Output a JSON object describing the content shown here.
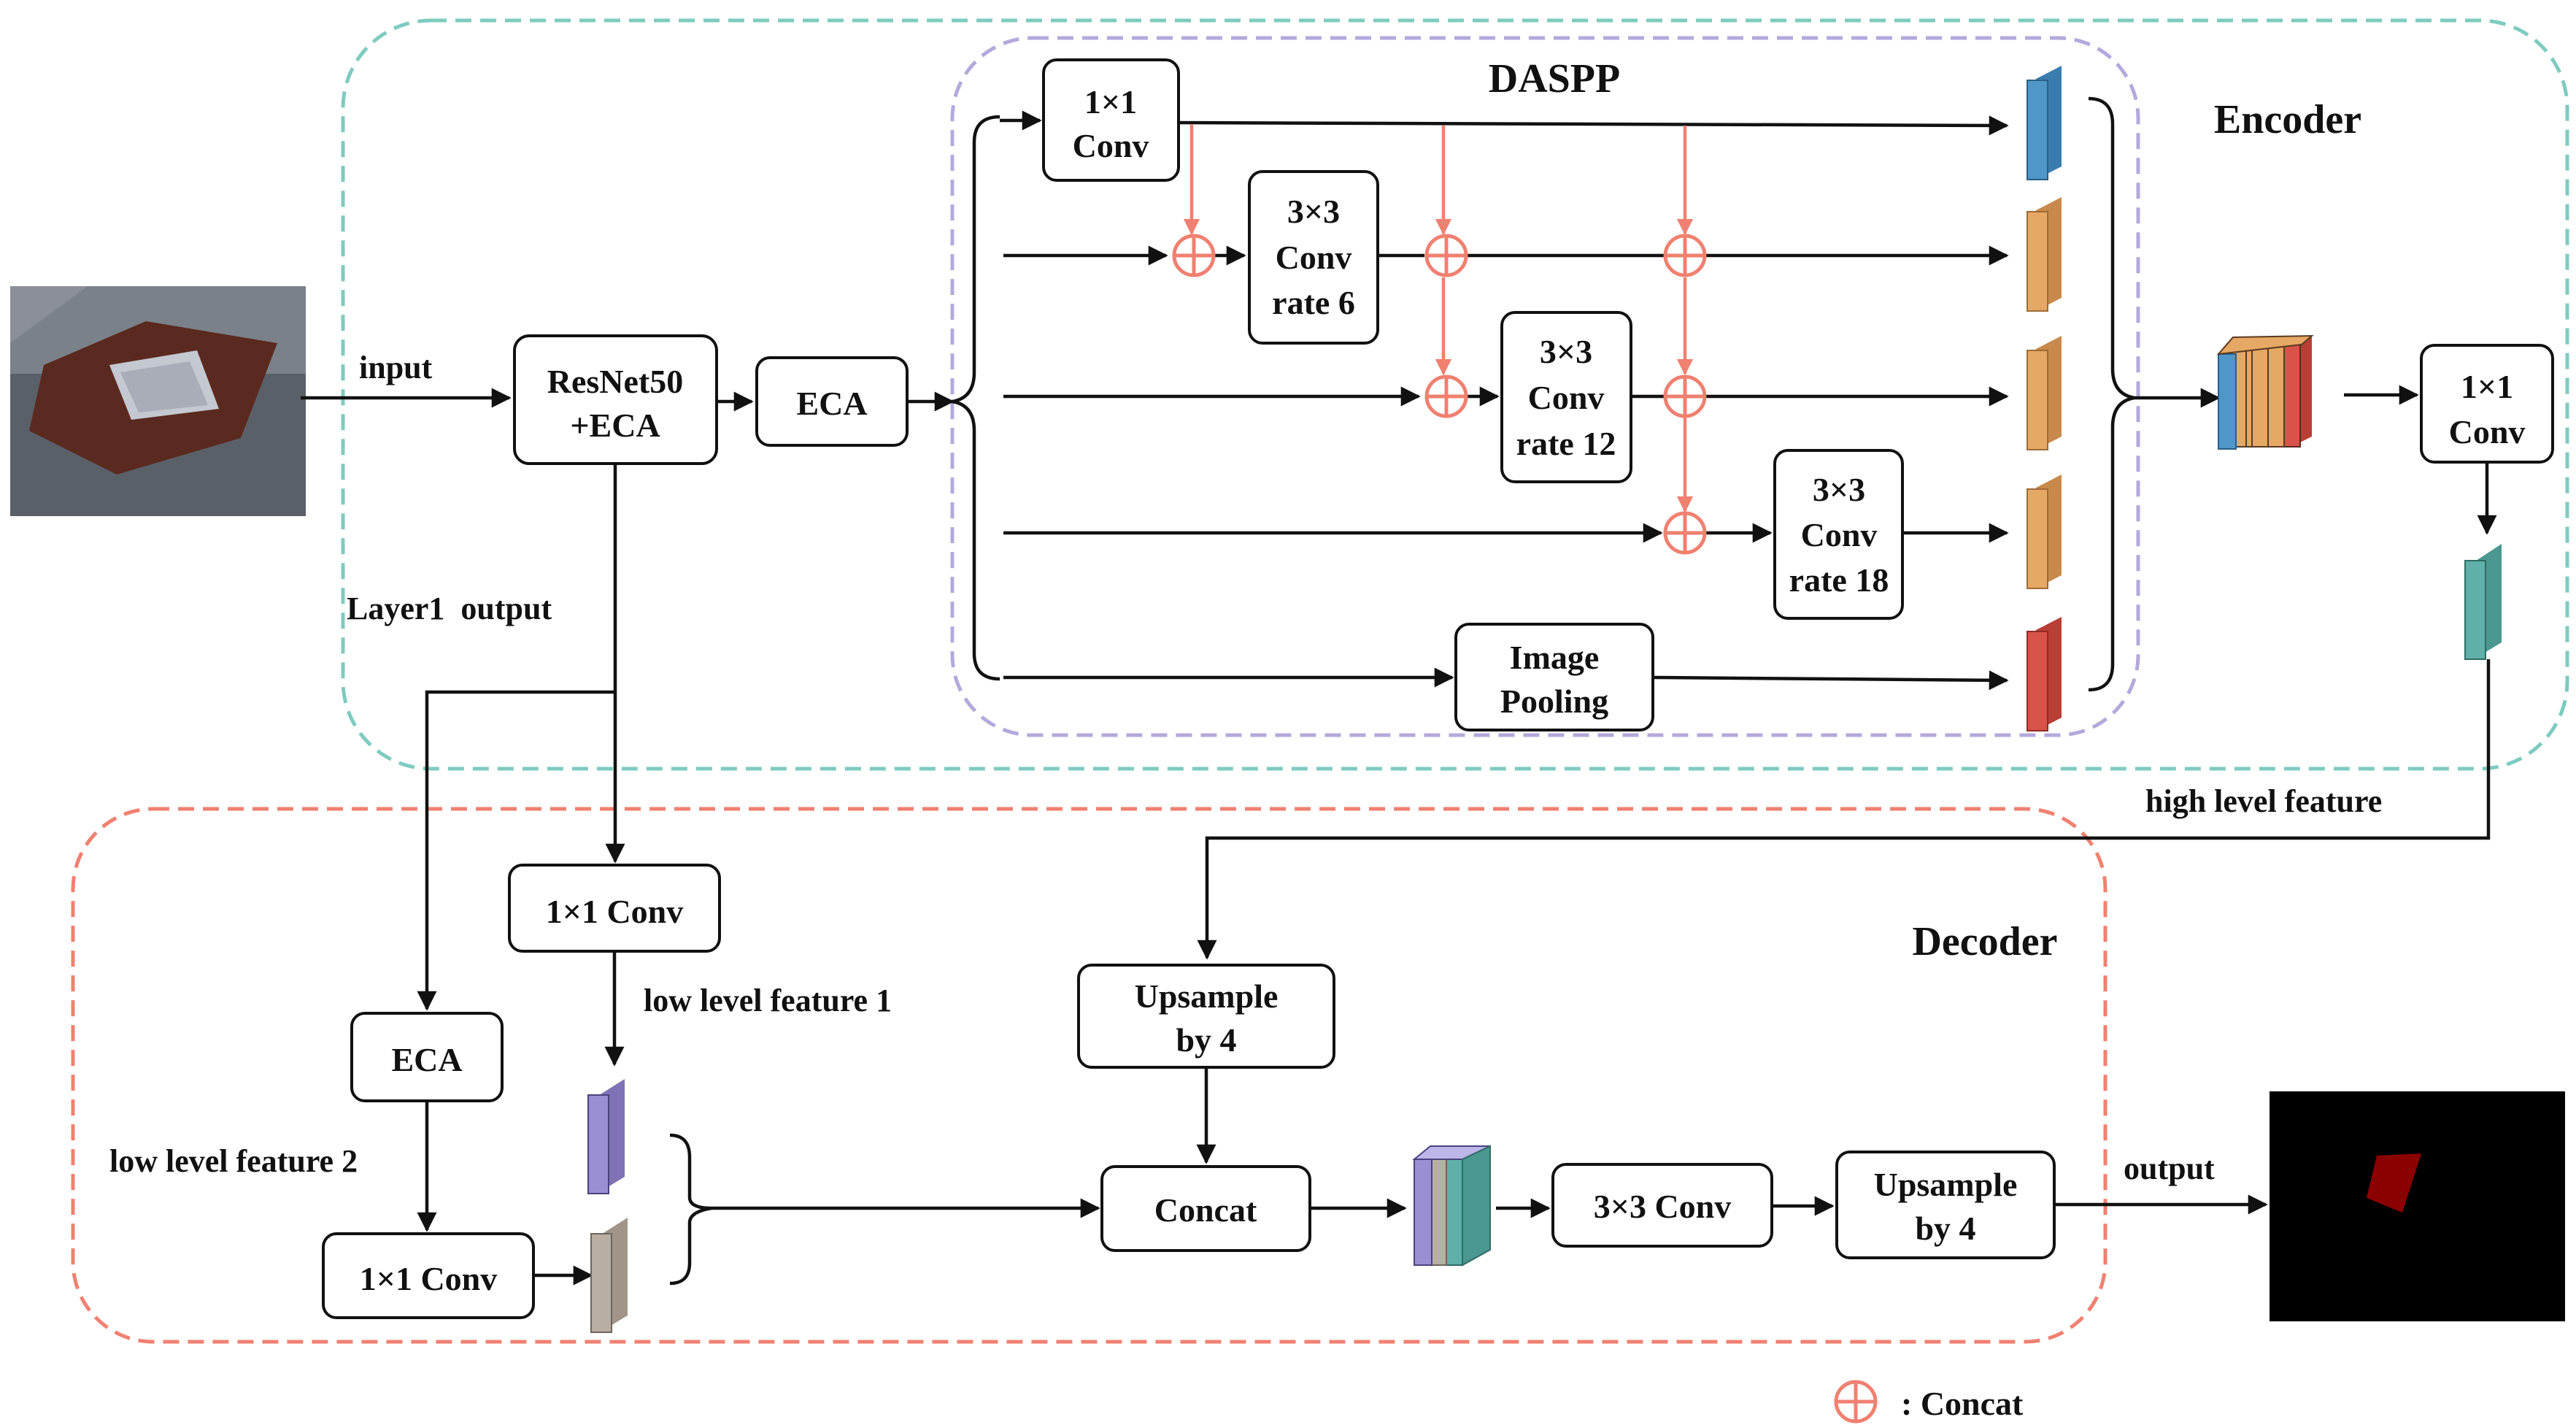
{
  "encoder": {
    "title": "Encoder",
    "input_label": "input",
    "backbone": [
      "ResNet50",
      "+ECA"
    ],
    "eca": "ECA",
    "layer1_output": "Layer1  output",
    "daspp": {
      "title": "DASPP",
      "conv1x1": [
        "1×1",
        "Conv"
      ],
      "conv_rate6": [
        "3×3",
        "Conv",
        "rate 6"
      ],
      "conv_rate12": [
        "3×3",
        "Conv",
        "rate 12"
      ],
      "conv_rate18": [
        "3×3",
        "Conv",
        "rate 18"
      ],
      "image_pooling": [
        "Image",
        "Pooling"
      ]
    },
    "out_conv": [
      "1×1",
      "Conv"
    ],
    "high_level_feature": "high level feature"
  },
  "decoder": {
    "title": "Decoder",
    "conv_low1": "1×1 Conv",
    "low_level_feature_1": "low level feature 1",
    "eca": "ECA",
    "low_level_feature_2": "low level feature 2",
    "conv_low2": "1×1 Conv",
    "upsample_high": [
      "Upsample",
      "by 4"
    ],
    "concat": "Concat",
    "conv3x3": "3×3 Conv",
    "upsample_out": [
      "Upsample",
      "by 4"
    ],
    "output_label": "output"
  },
  "legend": {
    "concat": ": Concat"
  },
  "colors": {
    "encoder_border": "#7ecbc0",
    "daspp_border": "#b3a9dc",
    "decoder_border": "#f08070",
    "concat_symbol": "#f08070",
    "feature_blue": "#4f97c9",
    "feature_orange": "#e6a865",
    "feature_red": "#d9534a",
    "feature_teal": "#5fb0a8",
    "feature_purple": "#9b8fd3",
    "feature_gray": "#b9aea3"
  }
}
